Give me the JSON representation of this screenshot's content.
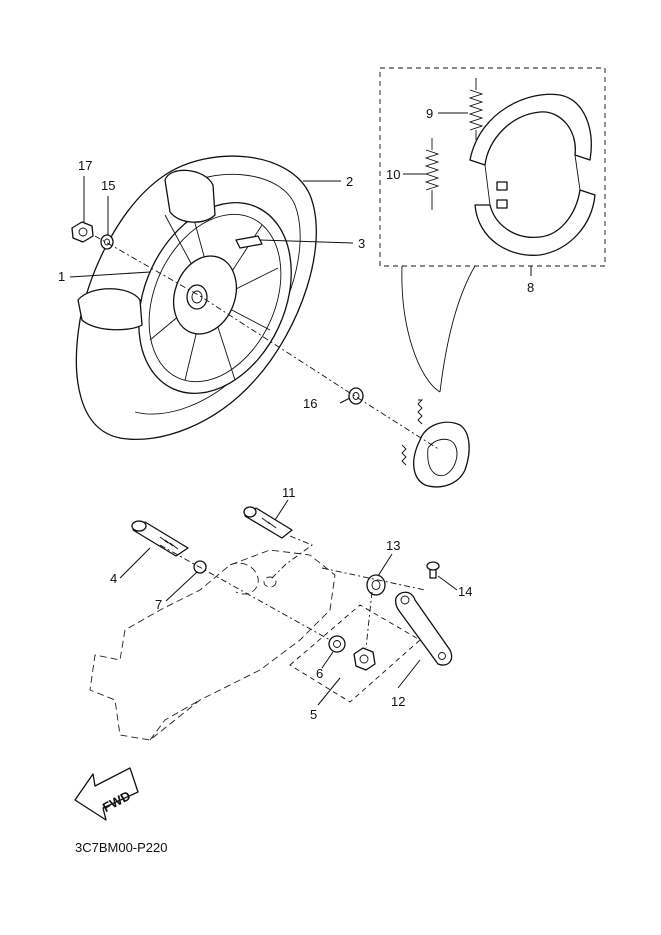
{
  "labels": {
    "p1": "1",
    "p2": "2",
    "p3": "3",
    "p4": "4",
    "p5": "5",
    "p6": "6",
    "p7": "7",
    "p8": "8",
    "p9": "9",
    "p10": "10",
    "p11": "11",
    "p12": "12",
    "p13": "13",
    "p14": "14",
    "p15": "15",
    "p16": "16",
    "p17": "17"
  },
  "fwd_label": "FWD",
  "diagram_code": "3C7BM00-P220"
}
